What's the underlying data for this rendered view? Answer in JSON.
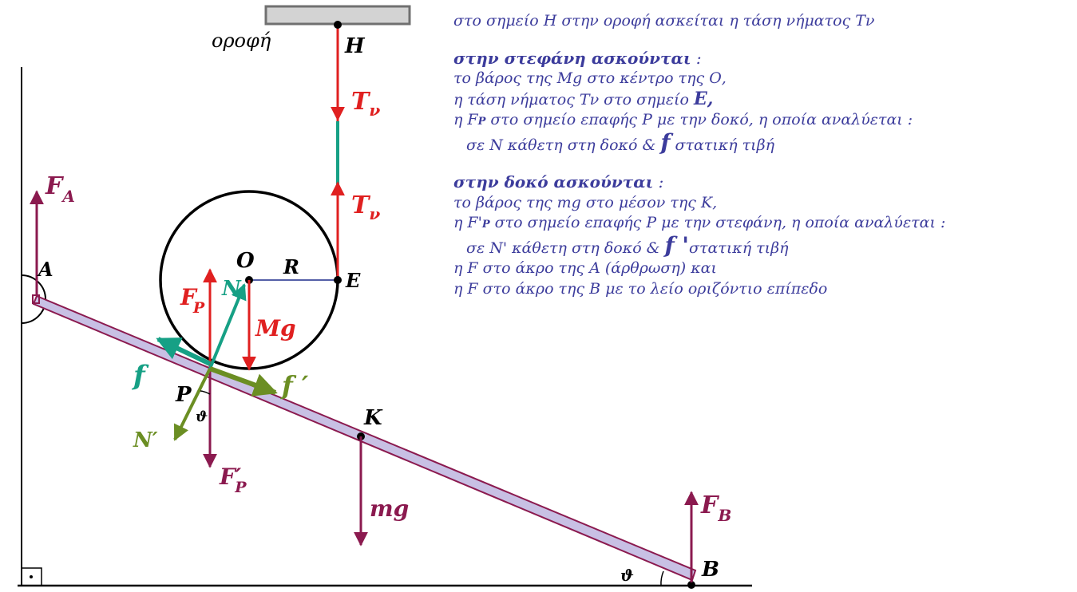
{
  "colors": {
    "crimson": "#8b1a4f",
    "red": "#e02020",
    "teal": "#16a085",
    "olive": "#6b8e23",
    "navy": "#3c3c9c",
    "rod_fill": "#c8c0e4",
    "ceiling_fill": "#d3d3d3"
  },
  "diagram": {
    "ceiling_label": "οροφή",
    "points": {
      "H": "H",
      "O": "O",
      "R": "R",
      "E": "E",
      "A": "A",
      "P": "P",
      "K": "K",
      "B": "B",
      "theta_P": "ϑ",
      "theta_B": "ϑ"
    },
    "forces": {
      "Tv_top_main": "T",
      "Tv_top_sub": "ν",
      "Tv_low_main": "T",
      "Tv_low_sub": "ν",
      "FA_main": "F",
      "FA_sub": "A",
      "FP_main": "F",
      "FP_sub": "P",
      "N": "N",
      "Mg": "Mg",
      "f": "f",
      "f_prime": "f ′",
      "N_prime": "N′",
      "FPp_main": "F′",
      "FPp_sub": "P",
      "mg": "mg",
      "FB_main": "F",
      "FB_sub": "B"
    }
  },
  "notes": {
    "line1": "στο σημείο Η στην οροφή ασκείται η τάση νήματος Τν",
    "section1_title": "στην στεφάνη ασκούνται",
    "section1_colon": " :",
    "s1_l1": "το βάρος της  Mg  στο κέντρο της Ο,",
    "s1_l2_a": "η τάση νήματος  Τν  στο σημείο ",
    "s1_l2_b": "Ε,",
    "s1_l3_a": "η F",
    "s1_l3_sub": "P",
    "s1_l3_b": "  στο σημείο επαφής P με την δοκό,  η οποία αναλύεται :",
    "s1_l4_a": "σε N κάθετη στη δοκό  &  ",
    "s1_l4_f": "f",
    "s1_l4_b": " στατική τιβή",
    "section2_title": "στην δοκό ασκούνται",
    "section2_colon": " :",
    "s2_l1": "το βάρος της  mg  στο μέσον της Κ,",
    "s2_l2_a": "η F'",
    "s2_l2_sub": "P",
    "s2_l2_b": "  στο σημείο επαφής P με την στεφάνη,  η οποία αναλύεται :",
    "s2_l3_a": "σε N' κάθετη στη δοκό  &  ",
    "s2_l3_f": "f '",
    "s2_l3_b": "στατική τιβή",
    "s2_l4": "η F  στο άκρο της Α (άρθρωση)  και",
    "s2_l5": "η F  στο άκρο της Β  με το λείο οριζόντιο επίπεδο"
  }
}
